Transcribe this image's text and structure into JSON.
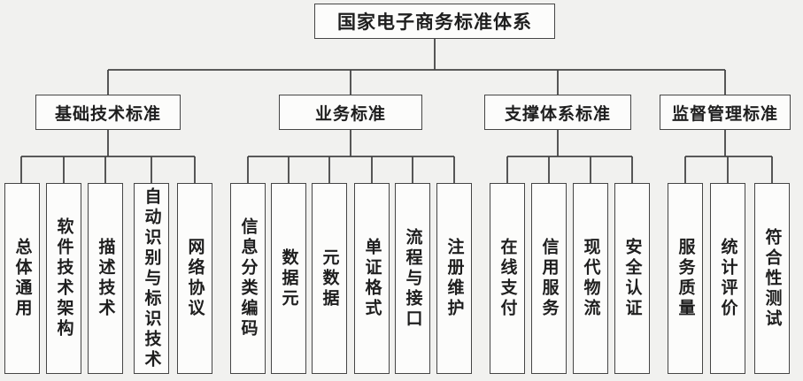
{
  "diagram": {
    "root": "国家电子商务标准体系",
    "groups": [
      {
        "label": "基础技术标准",
        "children": [
          "总体通用",
          "软件技术架构",
          "描述技术",
          "自动识别与标识技术",
          "网络协议"
        ]
      },
      {
        "label": "业务标准",
        "children": [
          "信息分类编码",
          "数据元",
          "元数据",
          "单证格式",
          "流程与接口",
          "注册维护"
        ]
      },
      {
        "label": "支撑体系标准",
        "children": [
          "在线支付",
          "信用服务",
          "现代物流",
          "安全认证"
        ]
      },
      {
        "label": "监督管理标准",
        "children": [
          "服务质量",
          "统计评价",
          "符合性测试"
        ]
      }
    ],
    "colors": {
      "line": "#454545",
      "box_fill": "#fcfcfb",
      "background": "#f1f1ef",
      "text": "#1e1e1e"
    }
  }
}
